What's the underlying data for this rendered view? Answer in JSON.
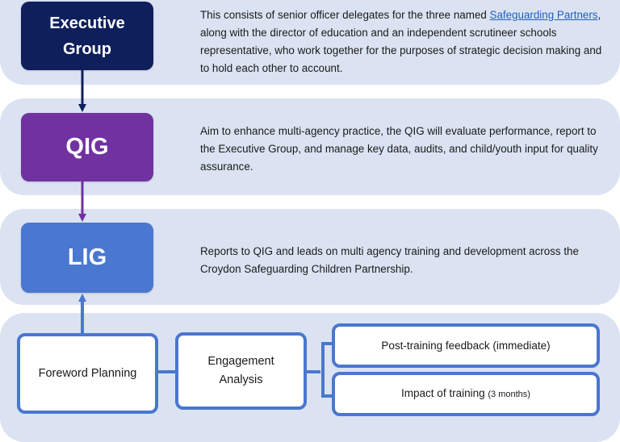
{
  "executive": {
    "title_line1": "Executive",
    "title_line2": "Group",
    "desc_before": "This consists of senior officer delegates for the three named ",
    "desc_link": "Safeguarding Partners",
    "desc_after": ", along with the director of education and an independent scrutineer schools representative, who work together for the purposes of strategic decision making and to hold each other to account."
  },
  "qig": {
    "title": "QIG",
    "desc": "Aim to enhance multi-agency practice, the QIG will evaluate performance, report to the Executive Group, and manage key data, audits, and child/youth input for quality assurance."
  },
  "lig": {
    "title": "LIG",
    "desc": "Reports to QIG and leads on multi agency training and development across the Croydon Safeguarding Children Partnership."
  },
  "bottom": {
    "foreword": "Foreword Planning",
    "engagement_line1": "Engagement",
    "engagement_line2": "Analysis",
    "post_training": "Post-training feedback (immediate)",
    "impact_main": "Impact of training ",
    "impact_small": "(3 months)"
  },
  "colors": {
    "executive": "#0f1f5c",
    "qig": "#7032a0",
    "lig": "#4a77cf",
    "band": "#dbe3f2"
  }
}
